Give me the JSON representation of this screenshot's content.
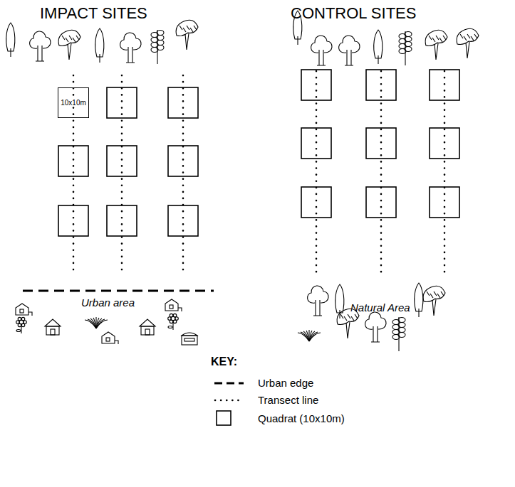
{
  "diagram": {
    "nodes": [
      {
        "text": [
          "10x10m"
        ]
      }
    ],
    "labels": [
      "IMPACT SITES",
      "CONTROL SITES",
      "Urban area",
      "Natural Area",
      "KEY:"
    ],
    "legend": [
      {
        "text": "Urban edge"
      },
      {
        "text": "Transect line"
      },
      {
        "text": "Quadrat (10x10m)"
      }
    ]
  }
}
